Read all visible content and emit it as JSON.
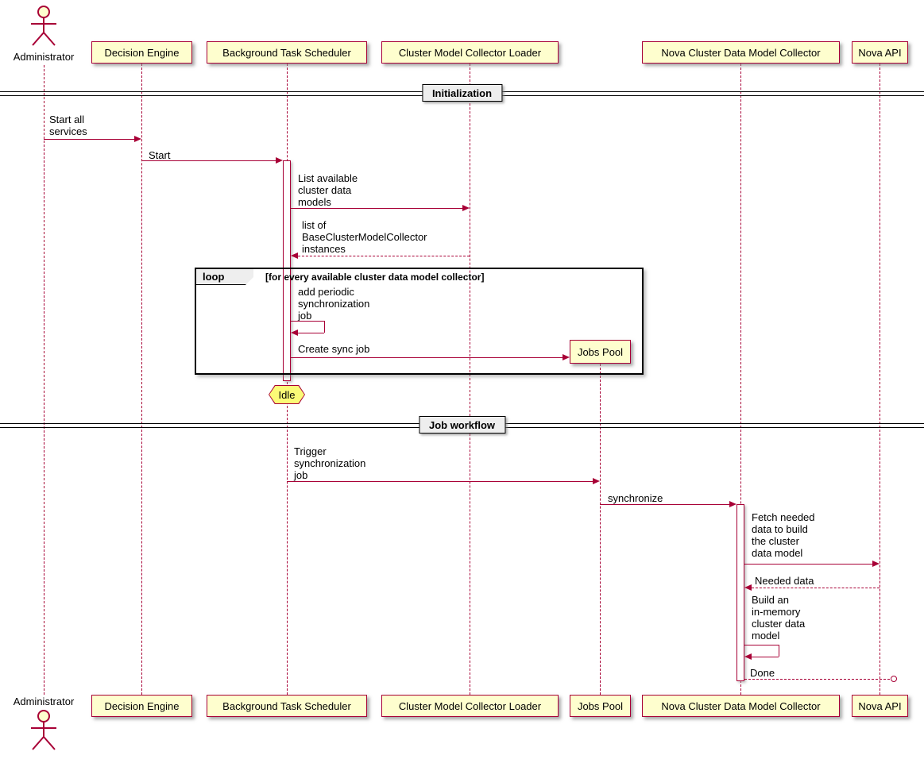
{
  "diagram": {
    "participants": {
      "administrator": "Administrator",
      "decision_engine": "Decision Engine",
      "background_task_scheduler": "Background Task Scheduler",
      "cluster_model_collector_loader": "Cluster Model Collector Loader",
      "jobs_pool": "Jobs Pool",
      "nova_cluster_data_model_collector": "Nova Cluster Data Model Collector",
      "nova_api": "Nova API"
    },
    "dividers": {
      "initialization": "Initialization",
      "job_workflow": "Job workflow"
    },
    "loop_frame": {
      "keyword": "loop",
      "condition": "[for every available cluster data model collector]"
    },
    "idle_state": "Idle",
    "messages": {
      "start_all_services": "Start all\nservices",
      "start": "Start",
      "list_available": "List available\ncluster data\nmodels",
      "list_of_instances": "list of\nBaseClusterModelCollector\ninstances",
      "add_periodic": "add periodic\nsynchronization\njob",
      "create_sync_job": "Create sync job",
      "trigger_sync": "Trigger\nsynchronization\njob",
      "synchronize": "synchronize",
      "fetch_needed": "Fetch needed\ndata to build\nthe cluster\ndata model",
      "needed_data": "Needed data",
      "build_model": "Build an\nin-memory\ncluster data\nmodel",
      "done": "Done"
    },
    "colors": {
      "line": "#A80036",
      "participant_fill": "#FEFECE",
      "state_fill": "#FBFB77",
      "divider_fill": "#EEEEEE",
      "frame_border": "#000000"
    }
  }
}
